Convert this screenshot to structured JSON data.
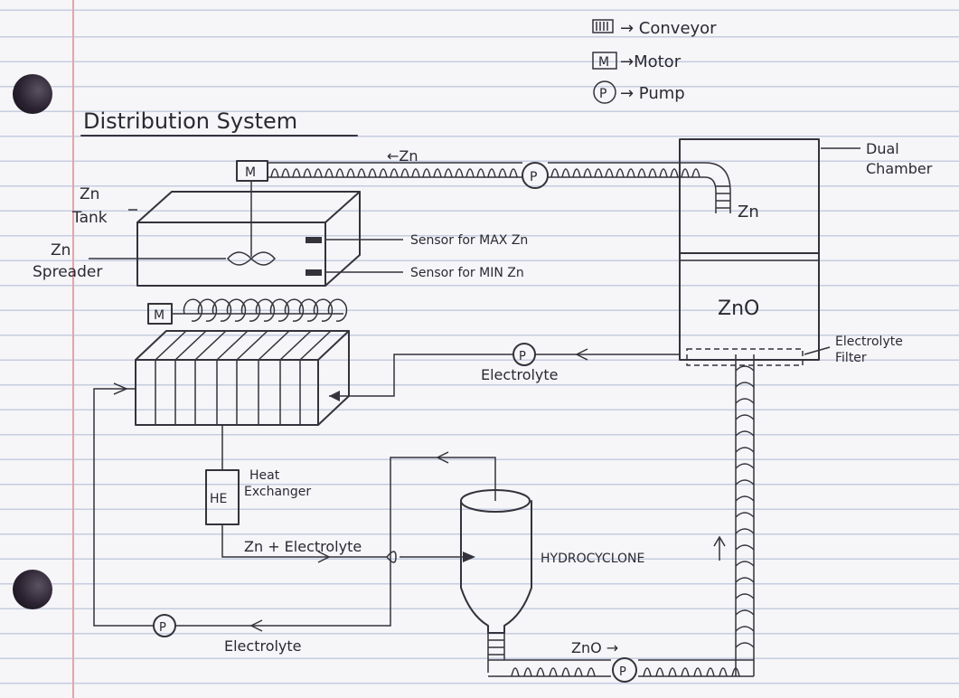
{
  "title": "Distribution System",
  "legend": {
    "conveyor": "→ Conveyor",
    "motor": "→Motor",
    "pump": "→ Pump",
    "motor_symbol": "M",
    "pump_symbol": "P"
  },
  "labels": {
    "zn_arrow_top": "←Zn",
    "dual_chamber": "Dual\nChamber",
    "zn_chamber": "Zn",
    "zno_chamber": "ZnO",
    "zn_tank": "Zn\nTank",
    "zn_spreader": "Zn\nSpreader",
    "sensor_max": "Sensor for MAX Zn",
    "sensor_min": "Sensor for MIN Zn",
    "electrolyte_filter": "Electrolyte\nFilter",
    "electrolyte_mid": "Electrolyte",
    "heat_exchanger": "Heat\nExchanger",
    "he_symbol": "HE",
    "zn_electrolyte": "Zn + Electrolyte",
    "hydrocyclone": "HYDROCYCLONE",
    "electrolyte_bottom": "Electrolyte",
    "zno_arrow": "ZnO →"
  }
}
